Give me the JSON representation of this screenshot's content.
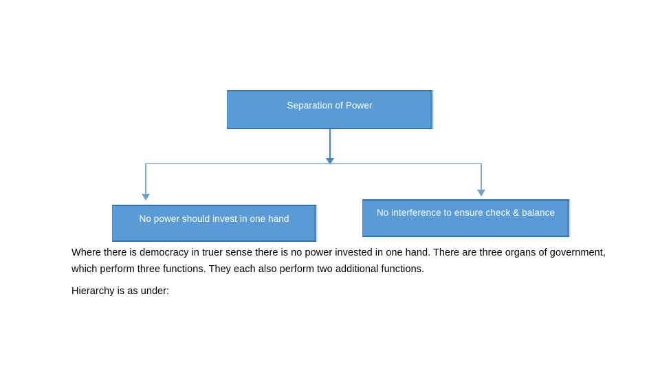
{
  "diagram": {
    "type": "hierarchy-flowchart",
    "orientation": "top-down",
    "colors": {
      "node_fill": "#5B9BD5",
      "node_border": "#2E75B6",
      "node_text": "#FFFFFF",
      "connector": "#4A86B8",
      "body_text": "#000000",
      "background": "#FFFFFF"
    },
    "nodes": [
      {
        "id": "root",
        "label": "Separation of Power",
        "level": 0
      },
      {
        "id": "left",
        "label": "No power should invest in one hand",
        "level": 1
      },
      {
        "id": "right",
        "label": "No interference to ensure check & balance",
        "level": 1
      }
    ],
    "connectors": [
      {
        "from": "root",
        "to": "junction",
        "arrow": "down"
      },
      {
        "from": "junction",
        "to": "left",
        "arrow": "down"
      },
      {
        "from": "junction",
        "to": "right",
        "arrow": "down"
      }
    ]
  },
  "body": {
    "paragraph_1": "Where there is democracy in truer sense there is no power invested in one hand. There are three organs of government, which perform three functions. They each also perform two additional functions.",
    "paragraph_2": "Hierarchy is as under:"
  }
}
